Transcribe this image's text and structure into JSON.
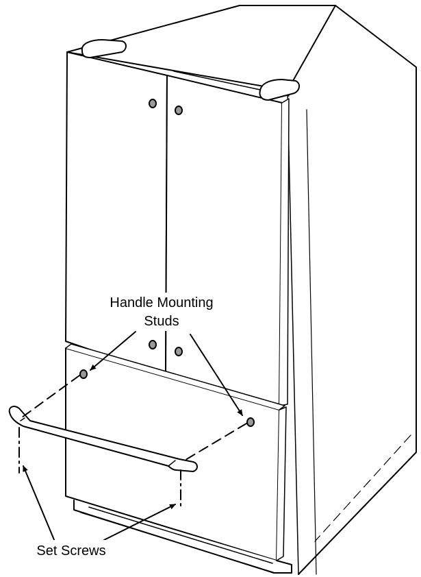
{
  "diagram": {
    "labels": {
      "handle_mounting_studs_line1": "Handle Mounting",
      "handle_mounting_studs_line2": "Studs",
      "set_screws": "Set Screws"
    },
    "colors": {
      "ink": "#000000",
      "paper": "#ffffff",
      "stud_fill": "#9a9a9a"
    }
  }
}
